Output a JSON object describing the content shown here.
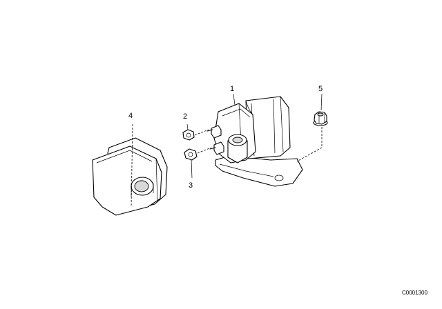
{
  "callouts": {
    "c1": "1",
    "c2": "2",
    "c3": "3",
    "c4": "4",
    "c5": "5"
  },
  "drawing_code": "C0001300"
}
